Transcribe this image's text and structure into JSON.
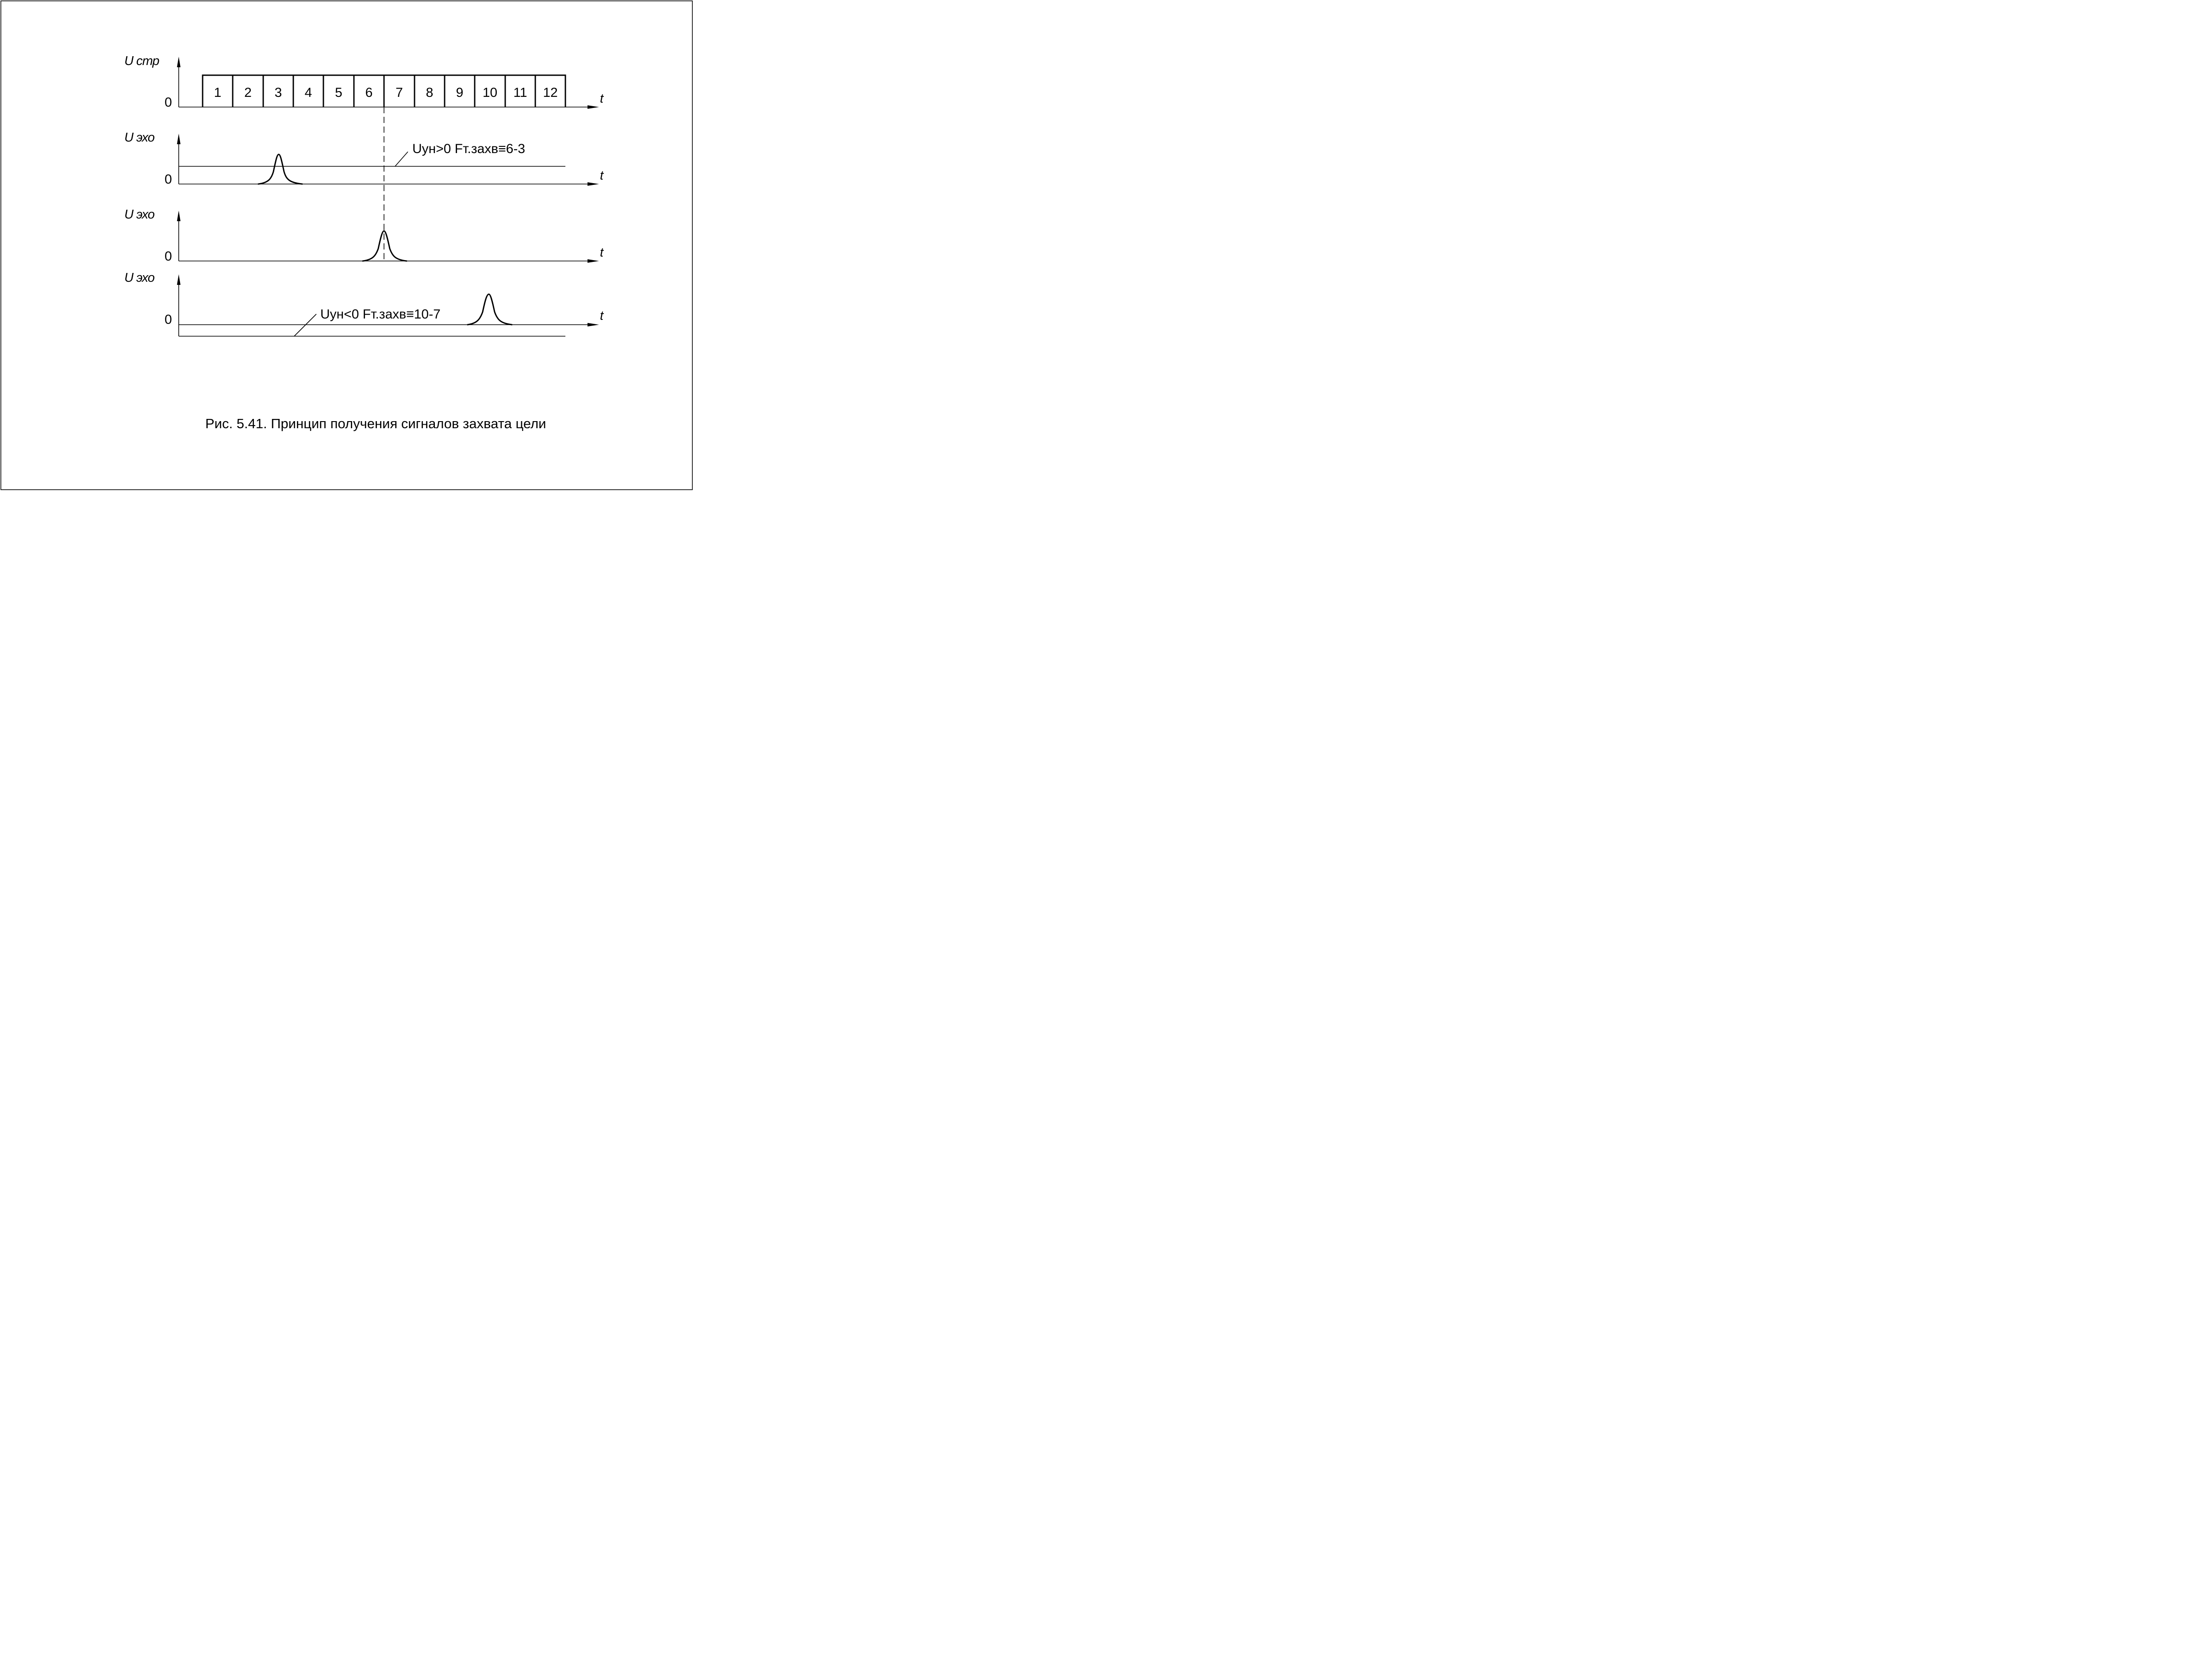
{
  "figure": {
    "caption": "Рис. 5.41. Принцип получения сигналов захвата цели",
    "time_label": "t",
    "zero_label": "0"
  },
  "panels": [
    {
      "ylabel": "U стр"
    },
    {
      "ylabel": "U эхо",
      "annotation": "Uун>0  Fт.захв≡6-3"
    },
    {
      "ylabel": "U эхо"
    },
    {
      "ylabel": "U эхо",
      "annotation": "Uун<0  Fт.захв≡10-7"
    }
  ],
  "strobe_numbers": [
    "1",
    "2",
    "3",
    "4",
    "5",
    "6",
    "7",
    "8",
    "9",
    "10",
    "11",
    "12"
  ],
  "colors": {
    "ink": "#000000",
    "background": "#ffffff"
  }
}
